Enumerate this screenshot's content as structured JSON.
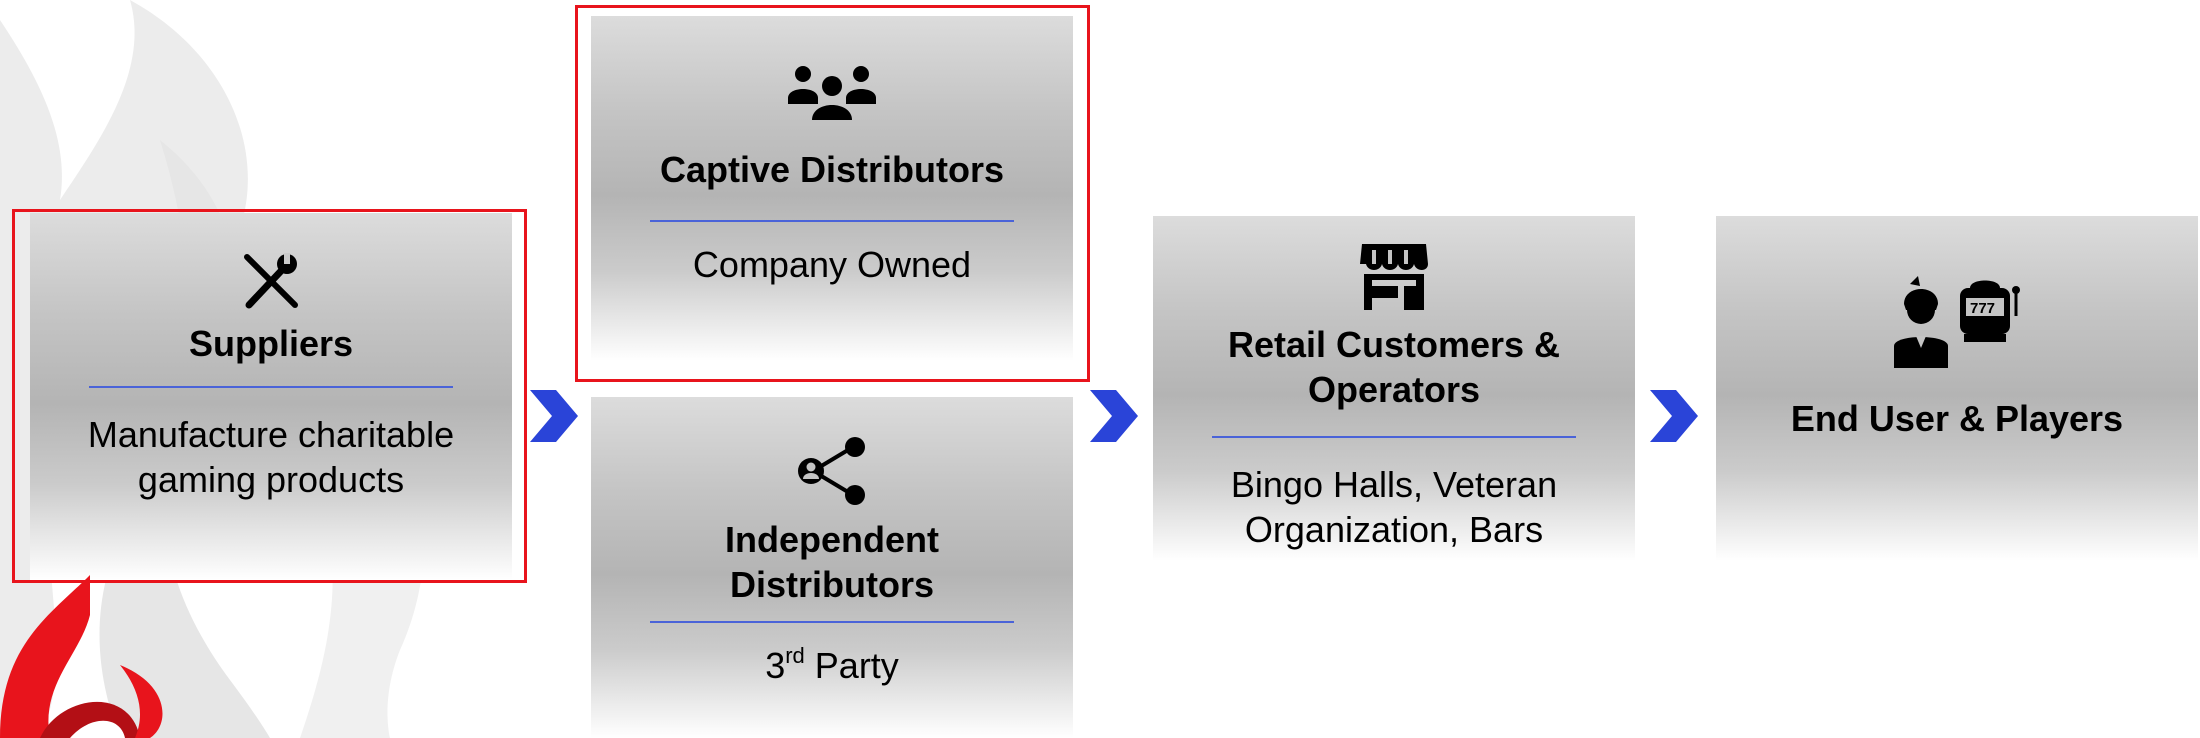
{
  "diagram": {
    "nodes": [
      {
        "id": "suppliers",
        "title": "Suppliers",
        "subtitle": "Manufacture charitable gaming products",
        "icon": "tools-icon",
        "highlighted": true
      },
      {
        "id": "captive",
        "title": "Captive Distributors",
        "subtitle": "Company Owned",
        "icon": "users-icon",
        "highlighted": true
      },
      {
        "id": "independent",
        "title": "Independent Distributors",
        "subtitle_ordinal": "3",
        "subtitle_ordinal_suffix": "rd",
        "subtitle_rest": " Party",
        "icon": "share-network-icon",
        "highlighted": false
      },
      {
        "id": "retail",
        "title": "Retail Customers & Operators",
        "subtitle": "Bingo Halls, Veteran Organization, Bars",
        "icon": "storefront-icon",
        "highlighted": false
      },
      {
        "id": "enduser",
        "title": "End User & Players",
        "icon": "player-slot-machine-icon",
        "highlighted": false
      }
    ],
    "flow": [
      "suppliers",
      [
        "captive",
        "independent"
      ],
      "retail",
      "enduser"
    ],
    "colors": {
      "highlight_border": "#e8141c",
      "divider": "#4a63d8",
      "arrow": "#2a44d8",
      "logo_red": "#e8141c"
    }
  }
}
